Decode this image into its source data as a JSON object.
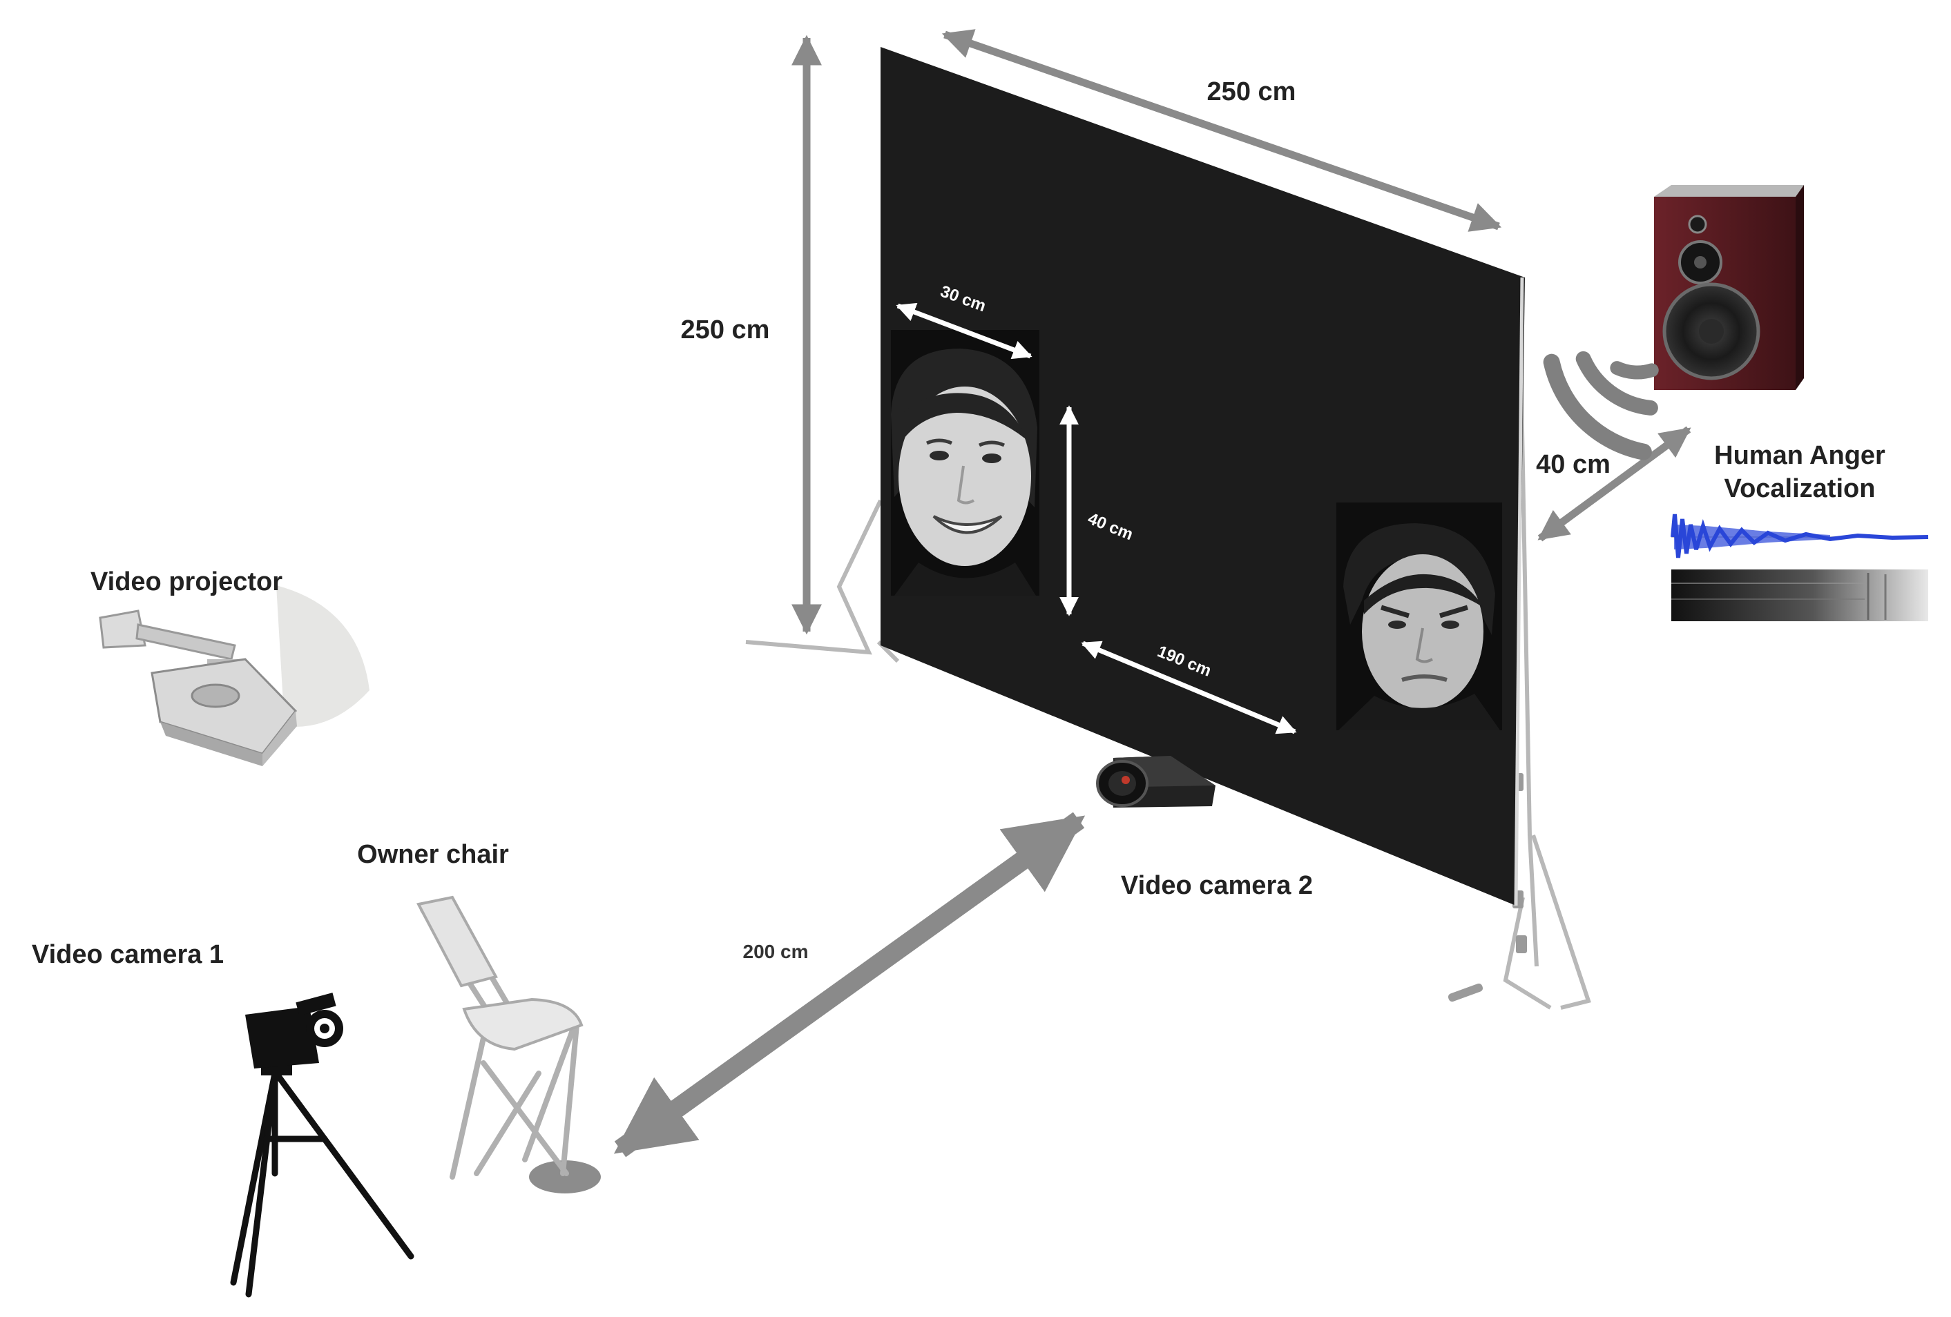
{
  "labels": {
    "screen_width": "250 cm",
    "screen_height": "250 cm",
    "face_width": "30 cm",
    "face_height": "40 cm",
    "face_gap": "190 cm",
    "speaker_distance": "40 cm",
    "chair_distance": "200 cm",
    "speaker_title_line1": "Human Anger",
    "speaker_title_line2": "Vocalization",
    "video_projector": "Video projector",
    "owner_chair": "Owner chair",
    "video_camera_1": "Video camera 1",
    "video_camera_2": "Video camera 2"
  },
  "colors": {
    "screen": "#1c1c1c",
    "dimension_arrow": "#8a8a8a",
    "dimension_arrow_on_screen": "#ffffff",
    "speaker_cabinet": "#5a1d22",
    "waveform": "#2a46d8",
    "label_text": "#222222"
  },
  "icons": {
    "projector": "projector-icon",
    "chair": "folding-chair-icon",
    "camera_1": "tripod-camera-icon",
    "camera_2": "camcorder-icon",
    "speaker": "speaker-icon",
    "sound_waves": "sound-waves-icon",
    "face_happy": "happy-face-photo",
    "face_angry": "angry-face-photo",
    "waveform": "audio-waveform",
    "spectrogram": "spectrogram"
  }
}
